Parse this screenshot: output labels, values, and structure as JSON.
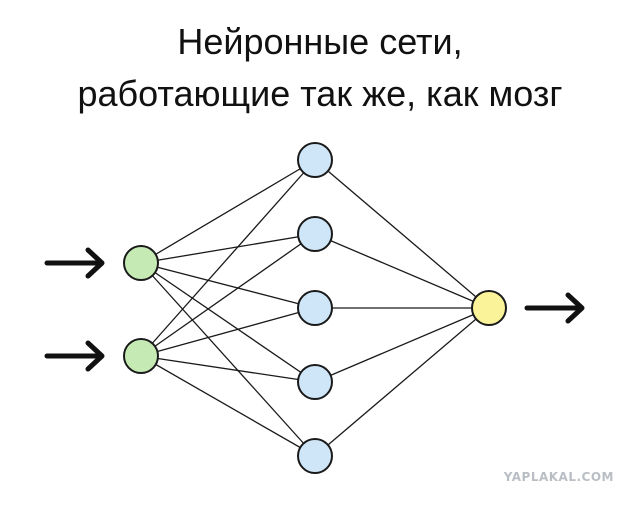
{
  "title": {
    "line1": "Нейронные сети,",
    "line2": "работающие так же, как мозг"
  },
  "watermark": "YAPLAKAL.COM",
  "network": {
    "input_nodes": 2,
    "hidden_nodes": 5,
    "output_nodes": 1,
    "input_arrows": 2,
    "output_arrows": 1
  },
  "colors": {
    "input": "#c5eab4",
    "hidden": "#cfe6f8",
    "output": "#fbf39a",
    "stroke": "#1a1a1a"
  },
  "icons": {
    "input_arrow": "right-arrow-icon",
    "output_arrow": "right-arrow-icon"
  }
}
